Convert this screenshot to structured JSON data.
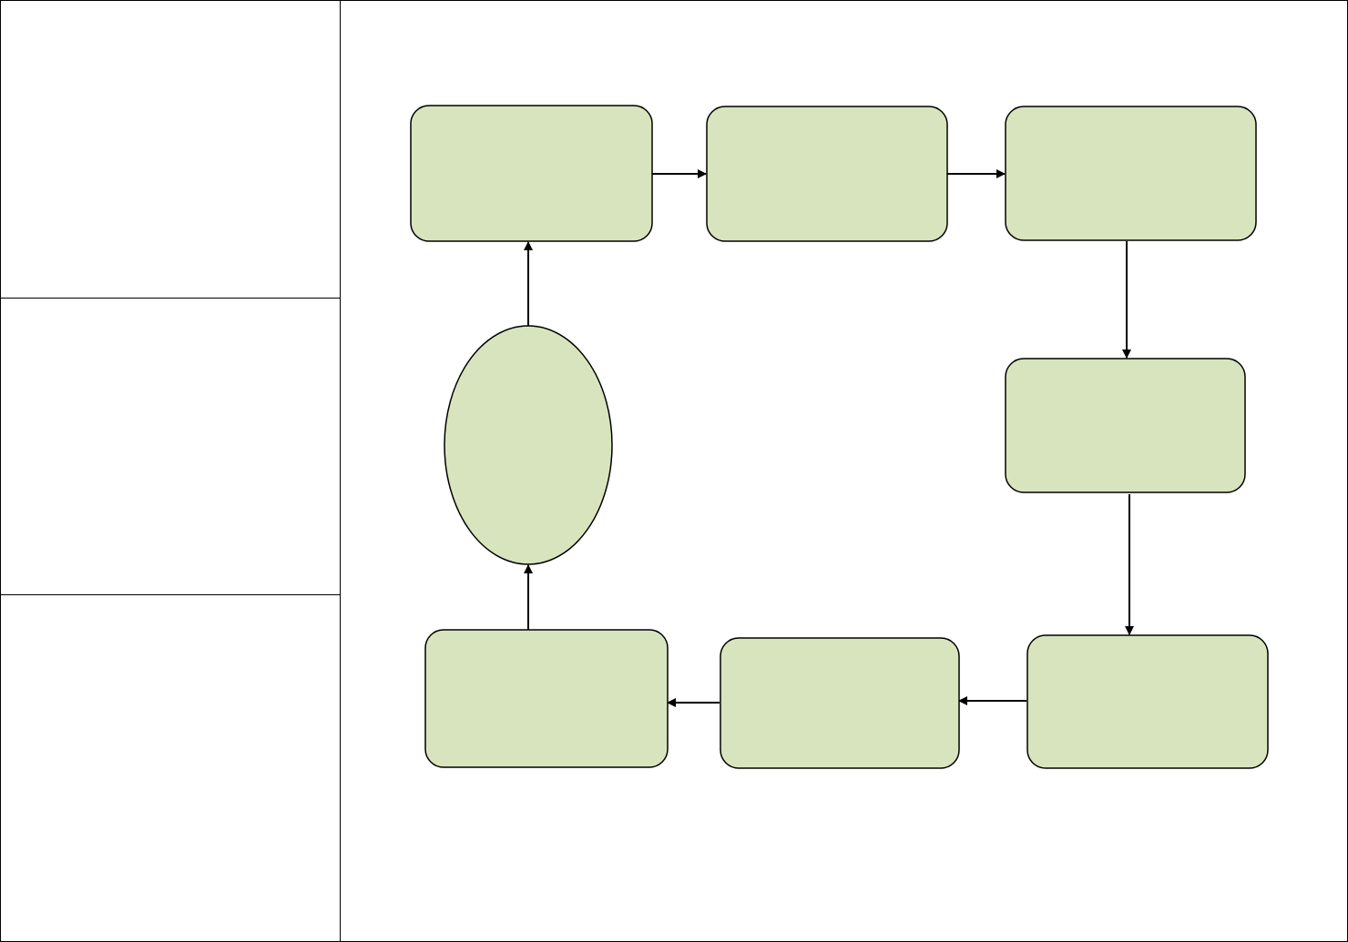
{
  "colors": {
    "node_fill": "#d8e4bd",
    "node_stroke": "#000000",
    "border": "#000000",
    "background": "#ffffff"
  },
  "left_column": {
    "cells": [
      {
        "text": ""
      },
      {
        "text": ""
      },
      {
        "text": ""
      }
    ]
  },
  "diagram": {
    "nodes": [
      {
        "id": "node-1",
        "shape": "rounded-rect",
        "label": ""
      },
      {
        "id": "node-2",
        "shape": "rounded-rect",
        "label": ""
      },
      {
        "id": "node-3",
        "shape": "rounded-rect",
        "label": ""
      },
      {
        "id": "node-4",
        "shape": "rounded-rect",
        "label": ""
      },
      {
        "id": "node-5",
        "shape": "rounded-rect",
        "label": ""
      },
      {
        "id": "node-6",
        "shape": "rounded-rect",
        "label": ""
      },
      {
        "id": "node-7",
        "shape": "rounded-rect",
        "label": ""
      },
      {
        "id": "node-8",
        "shape": "ellipse",
        "label": ""
      }
    ],
    "edges": [
      {
        "from": "node-1",
        "to": "node-2"
      },
      {
        "from": "node-2",
        "to": "node-3"
      },
      {
        "from": "node-3",
        "to": "node-4"
      },
      {
        "from": "node-4",
        "to": "node-5"
      },
      {
        "from": "node-5",
        "to": "node-6"
      },
      {
        "from": "node-6",
        "to": "node-7"
      },
      {
        "from": "node-7",
        "to": "node-8"
      },
      {
        "from": "node-8",
        "to": "node-1"
      }
    ]
  }
}
